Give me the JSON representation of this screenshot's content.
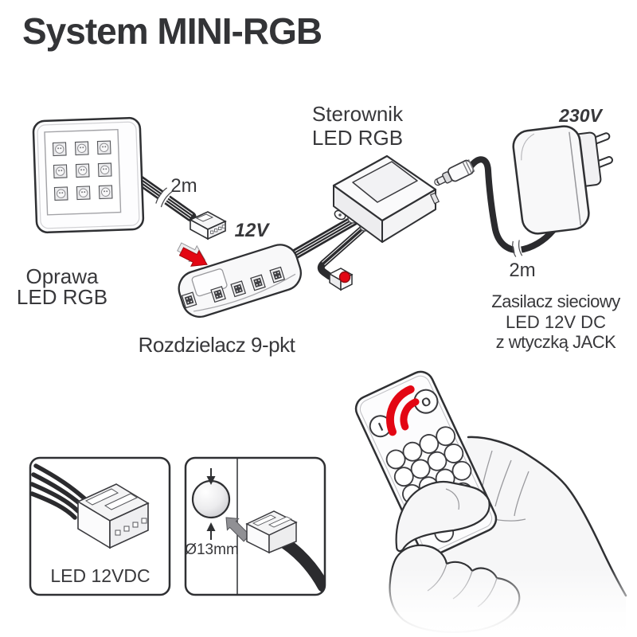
{
  "title": "System MINI-RGB",
  "colors": {
    "accent_red": "#e30613",
    "ink": "#38383b",
    "outline": "#2f3033"
  },
  "labels": {
    "fixture_line1": "Oprawa",
    "fixture_line2": "LED RGB",
    "fixture_cable_length": "2m",
    "distributor_voltage": "12V",
    "distributor_name": "Rozdzielacz 9-pkt",
    "controller_line1": "Sterownik",
    "controller_line2": "LED RGB",
    "mains_voltage": "230V",
    "psu_cable_length": "2m",
    "psu_line1": "Zasilacz sieciowy",
    "psu_line2": "LED 12V DC",
    "psu_line3": "z wtyczką JACK",
    "inset_connector_label": "LED 12VDC",
    "inset_diameter_label": "Ø13mm",
    "remote_on": "I",
    "remote_off": "O"
  }
}
